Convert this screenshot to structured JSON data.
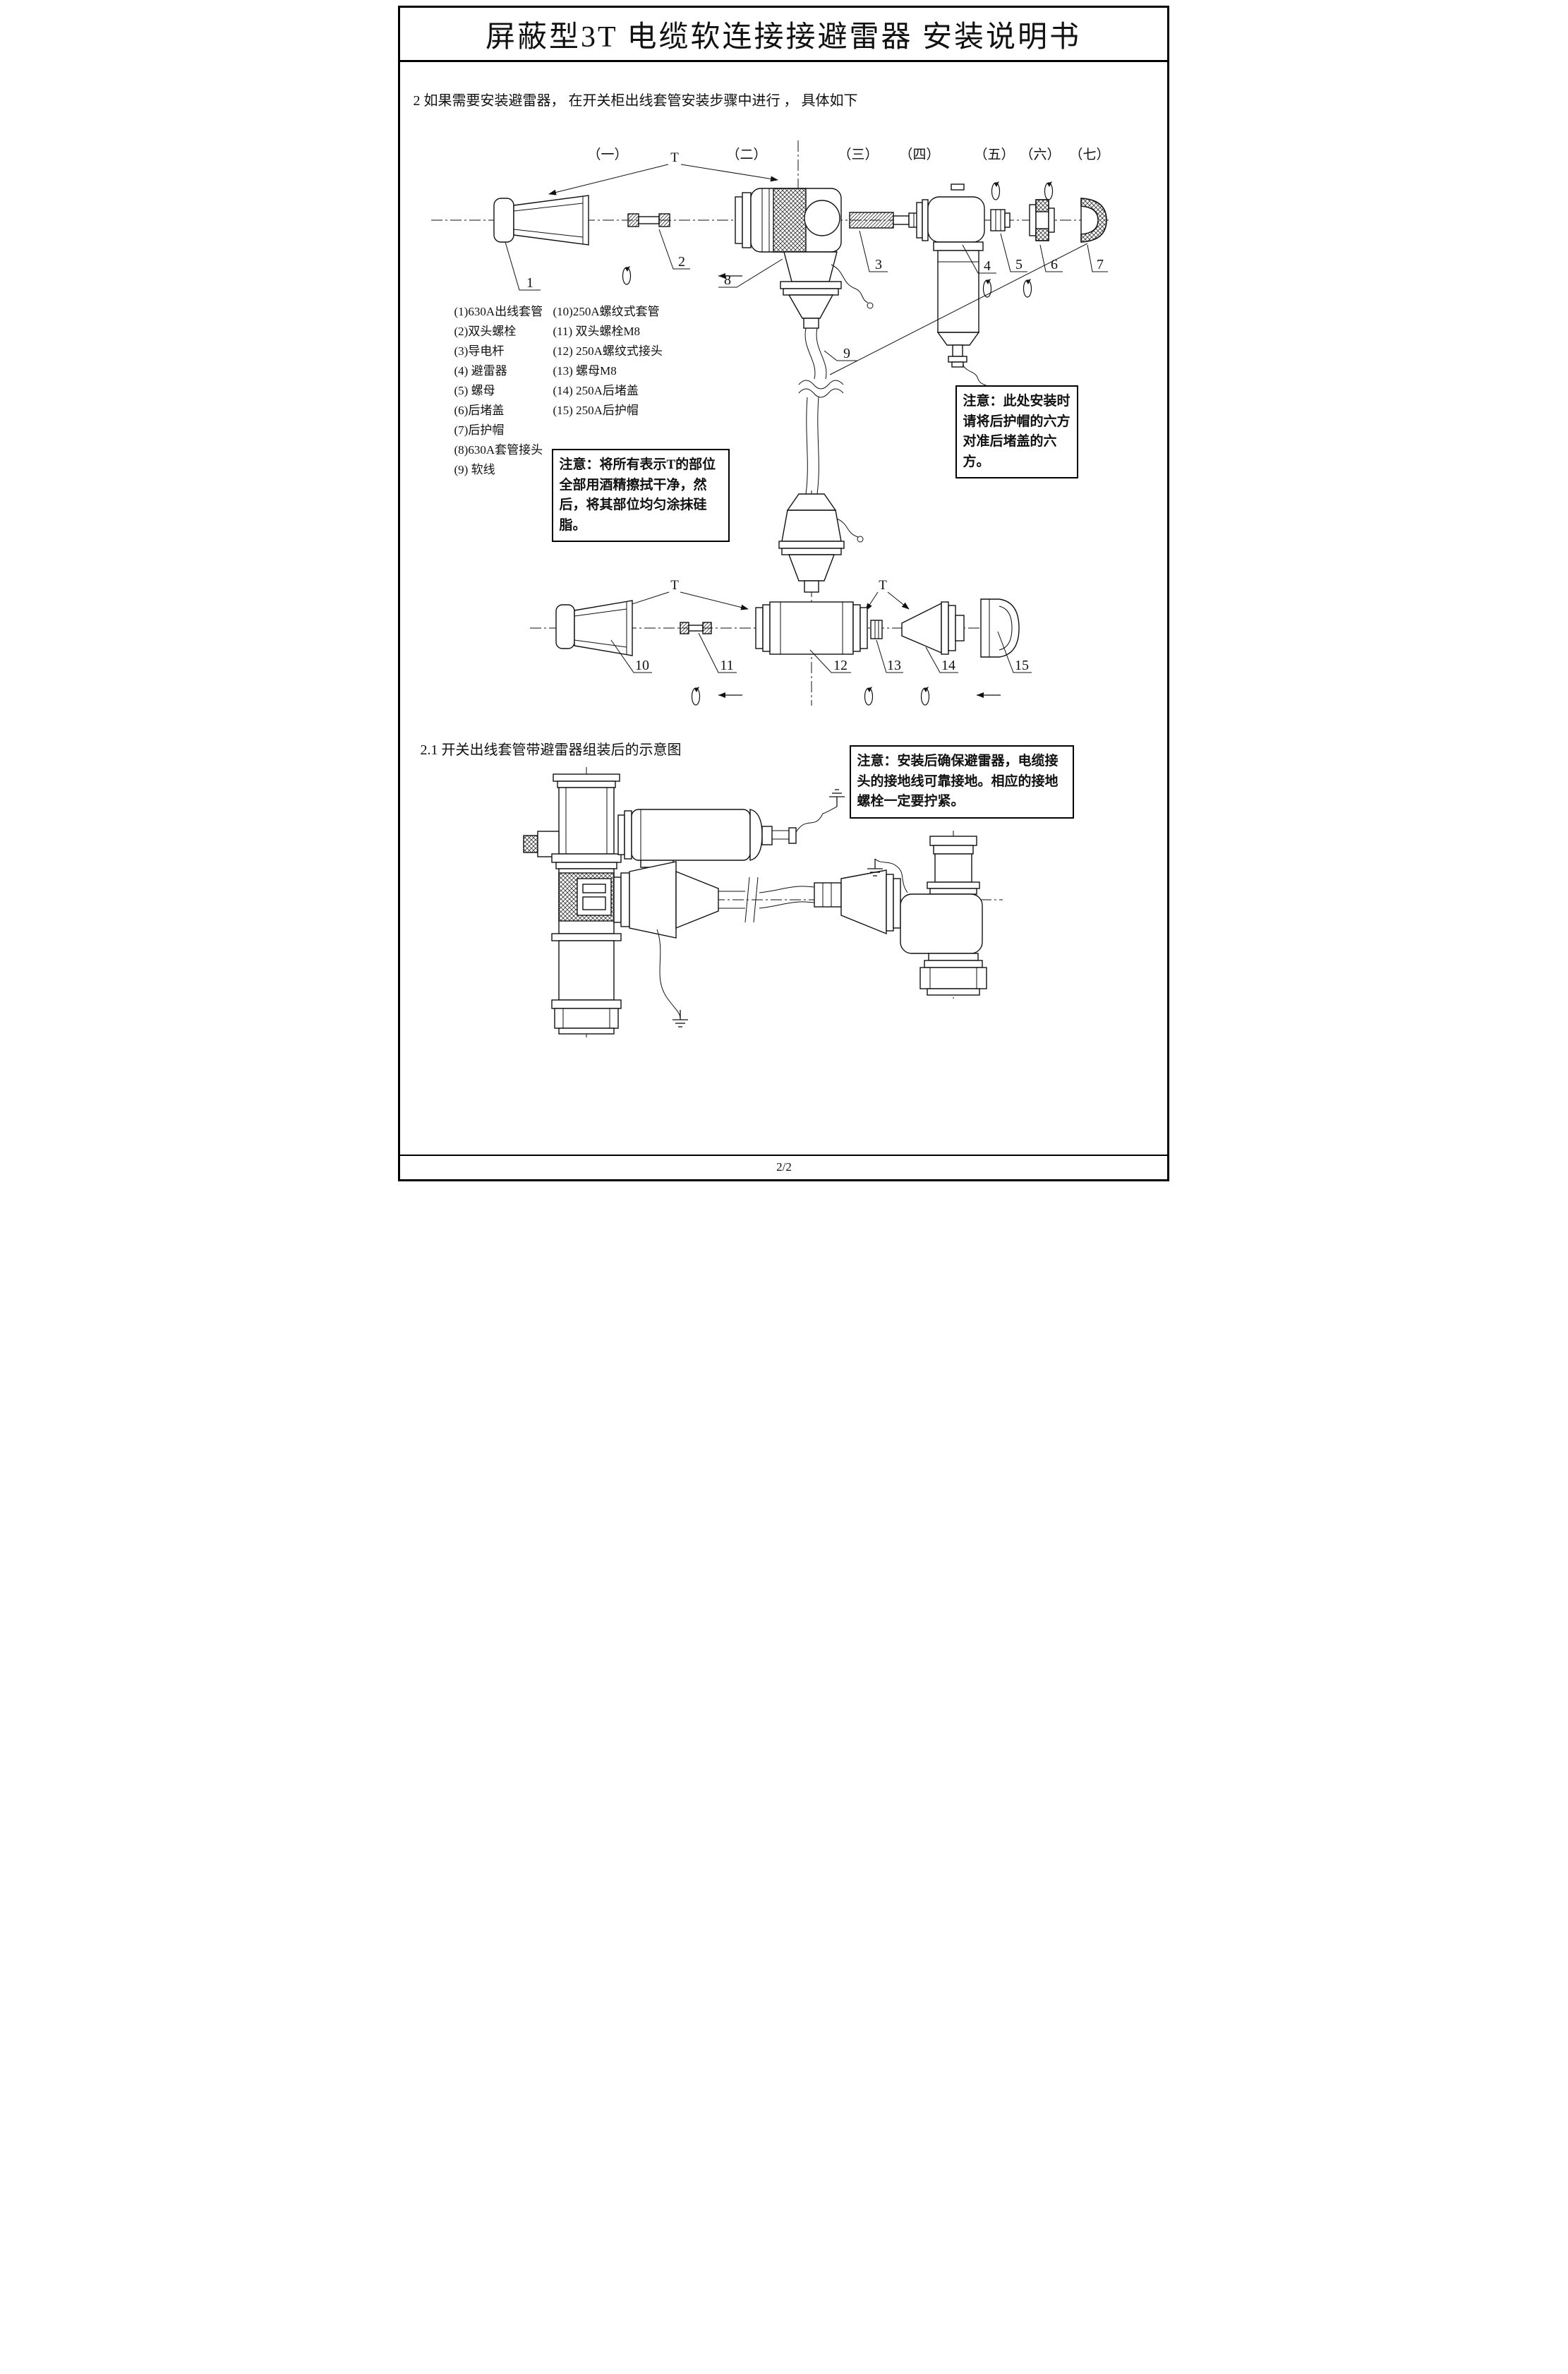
{
  "page": {
    "title": "屏蔽型3T 电缆软连接接避雷器  安装说明书",
    "footer": "2/2"
  },
  "sections": {
    "s2": "2 如果需要安装避雷器， 在开关柜出线套管安装步骤中进行 ， 具体如下",
    "s21": "2.1 开关出线套管带避雷器组装后的示意图"
  },
  "diagram_top": {
    "col_labels": [
      "（一）",
      "（二）",
      "（三）",
      "（四）",
      "（五）",
      "（六）",
      "（七）"
    ],
    "t": "T",
    "nums": [
      "1",
      "2",
      "3",
      "4",
      "5",
      "6",
      "7",
      "8",
      "9"
    ]
  },
  "diagram_mid": {
    "t1": "T",
    "t2": "T",
    "nums": [
      "10",
      "11",
      "12",
      "13",
      "14",
      "15"
    ]
  },
  "parts": {
    "col1": [
      "(1)630A出线套管",
      "(2)双头螺栓",
      "(3)导电杆",
      "(4) 避雷器",
      "(5) 螺母",
      "(6)后堵盖",
      "(7)后护帽",
      "(8)630A套管接头",
      "(9) 软线"
    ],
    "col2": [
      "(10)250A螺纹式套管",
      "(11) 双头螺栓M8",
      "(12) 250A螺纹式接头",
      "(13) 螺母M8",
      "(14) 250A后堵盖",
      "(15) 250A后护帽"
    ]
  },
  "notes": {
    "n1": "注意：将所有表示T的部位全部用酒精擦拭干净，然后，将其部位均匀涂抹硅脂。",
    "n2": "注意：此处安装时请将后护帽的六方对准后堵盖的六方。",
    "n3": "注意：安装后确保避雷器，电缆接头的接地线可靠接地。相应的接地螺栓一定要拧紧。"
  }
}
